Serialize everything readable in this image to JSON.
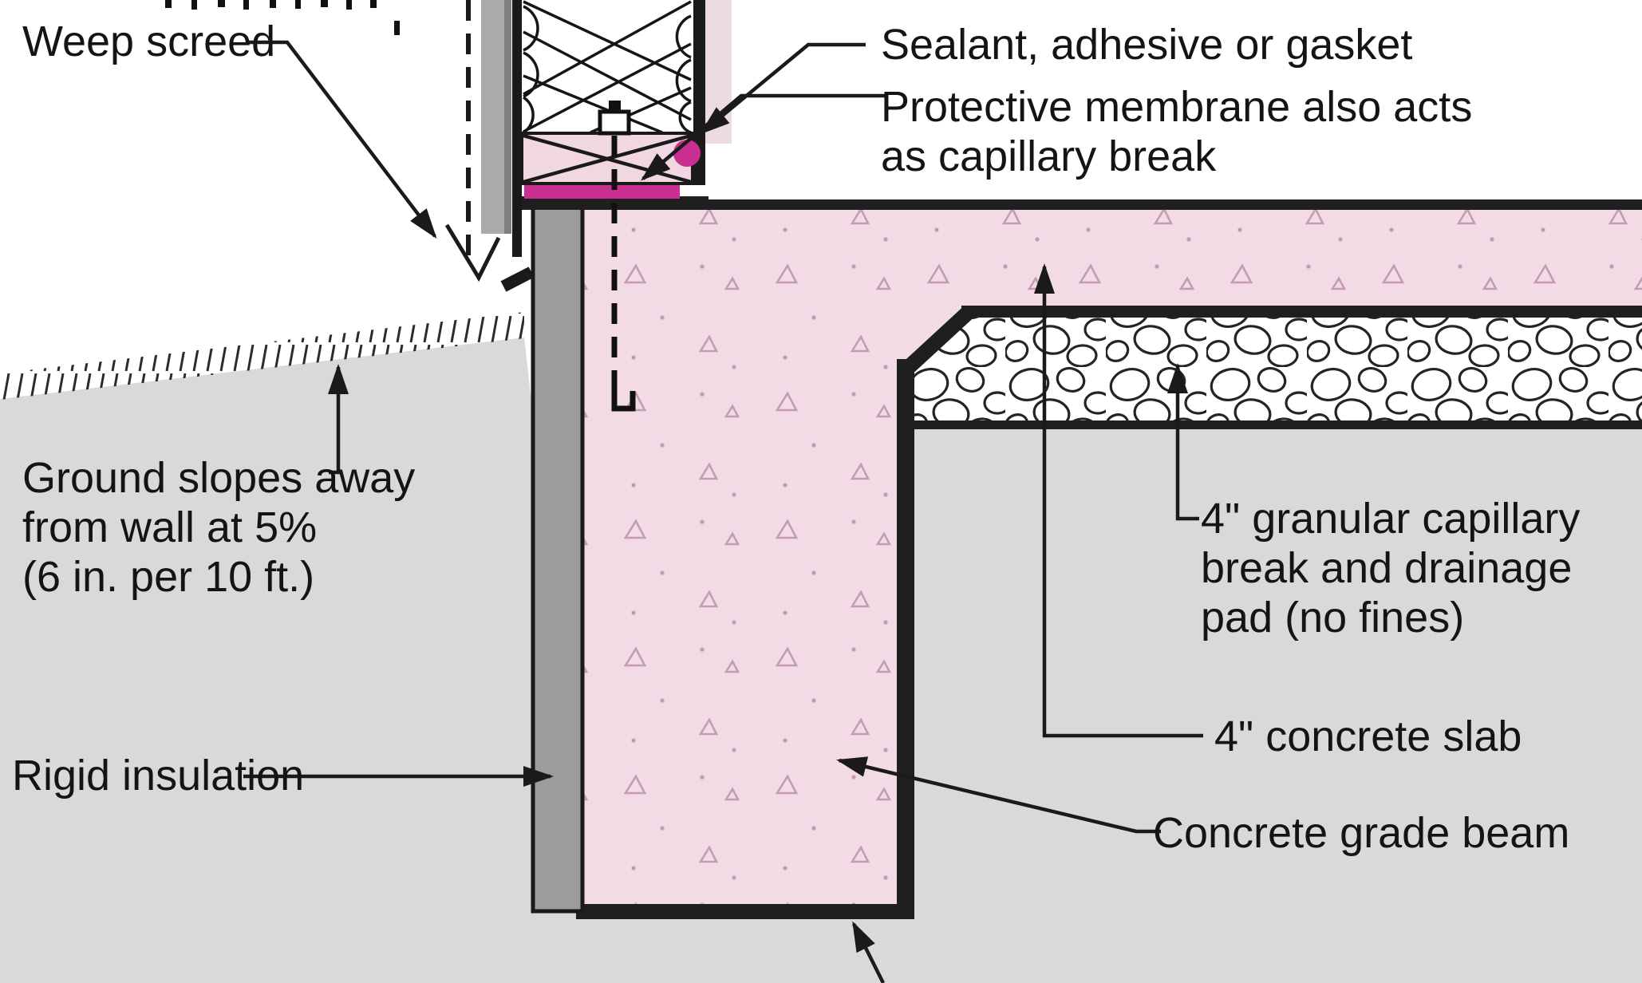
{
  "diagram": {
    "title": "Concrete grade beam foundation detail",
    "labels": {
      "weep_screed": "Weep screed",
      "sealant": "Sealant, adhesive or gasket",
      "membrane_line1": "Protective membrane also acts",
      "membrane_line2": "as capillary break",
      "ground_line1": "Ground slopes away",
      "ground_line2": "from wall at 5%",
      "ground_line3": "(6 in. per 10 ft.)",
      "granular_line1": "4\" granular capillary",
      "granular_line2": "break and drainage",
      "granular_line3": "pad (no fines)",
      "slab": "4\" concrete slab",
      "grade_beam": "Concrete grade beam",
      "rigid_insulation": "Rigid insulation"
    },
    "colors": {
      "concrete_pink": "#f2dbe4",
      "sill_pink": "#f0d7e1",
      "interior_pink": "#eddbe2",
      "gasket_magenta": "#c92f90",
      "soil_gray": "#d9d9d9",
      "insulation_gray": "#9c9c9c",
      "siding_gray": "#ababab",
      "line_black": "#1a1a1a"
    }
  }
}
